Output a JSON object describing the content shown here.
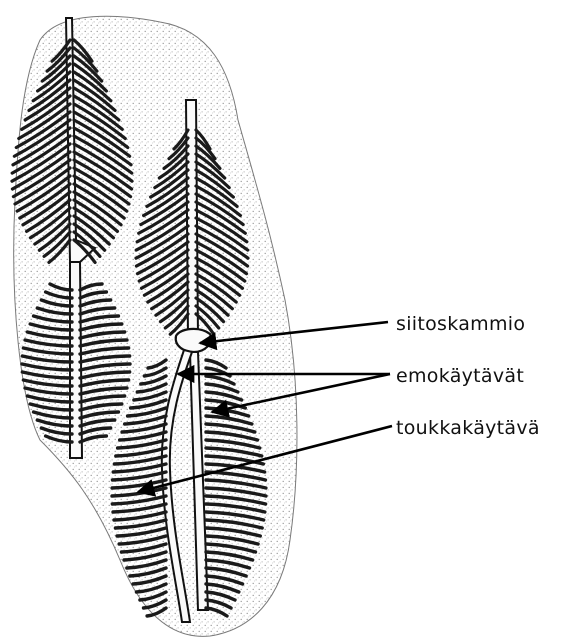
{
  "labels": {
    "mating_chamber": "siitoskammio",
    "egg_galleries": "emokäytävät",
    "larval_gallery": "toukkakäytävä"
  },
  "colors": {
    "ink": "#111111",
    "background": "#ffffff",
    "bark_stipple": "#d9d9d9"
  }
}
